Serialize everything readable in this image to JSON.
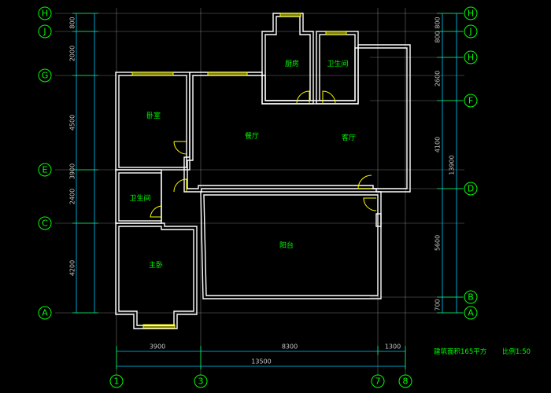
{
  "grid_bubbles": {
    "left": [
      "H",
      "J",
      "G",
      "E",
      "C",
      "A"
    ],
    "right": [
      "H",
      "J",
      "H",
      "F",
      "D",
      "B",
      "A"
    ],
    "bottom": [
      "1",
      "3",
      "7",
      "8"
    ]
  },
  "rooms": {
    "kitchen": "厨房",
    "bath_top": "卫生间",
    "bedroom": "卧室",
    "dining": "餐厅",
    "living": "客厅",
    "bath_left": "卫生间",
    "master_bedroom": "主卧",
    "balcony": "阳台"
  },
  "dimensions": {
    "left": [
      "800",
      "2000",
      "4500",
      "3900",
      "2400",
      "4200"
    ],
    "right": [
      "800",
      "800",
      "2600",
      "4100",
      "13900",
      "5600",
      "700"
    ],
    "bottom_segments": [
      "3900",
      "8300",
      "1300"
    ],
    "bottom_total": "13500"
  },
  "notes": {
    "area": "建筑面积165平方",
    "scale": "比例1:50"
  }
}
